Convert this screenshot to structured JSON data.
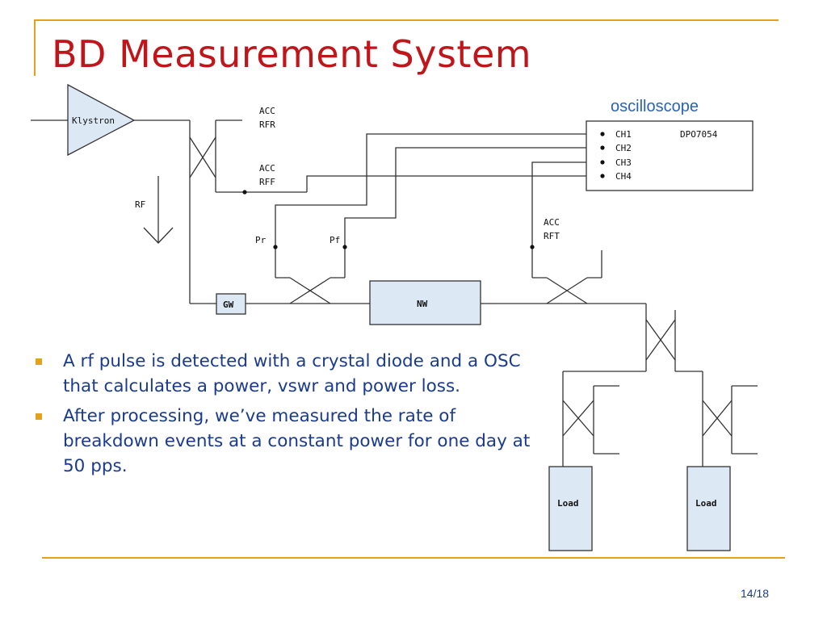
{
  "slide": {
    "title": "BD Measurement System",
    "page_number": "14/18"
  },
  "diagram": {
    "klystron": "Klystron",
    "rf_arrow": "RF",
    "oscilloscope_caption": "oscilloscope",
    "oscilloscope_model": "DPO7054",
    "channels": [
      "CH1",
      "CH2",
      "CH3",
      "CH4"
    ],
    "acc_rfr": [
      "ACC",
      "RFR"
    ],
    "acc_rff": [
      "ACC",
      "RFF"
    ],
    "acc_rft": [
      "ACC",
      "RFT"
    ],
    "pr": "Pr",
    "pf": "Pf",
    "gw": "GW",
    "nw": "NW",
    "loads": [
      "Load",
      "Load"
    ]
  },
  "bullets": [
    "A rf pulse is detected with a crystal diode and a OSC that calculates a power, vswr and power loss.",
    "After processing, we’ve measured the rate of breakdown events at a constant power for one day at 50 pps."
  ],
  "colors": {
    "title": "#c0151b",
    "accent": "#e3a21a",
    "body_text": "#1a3b8f",
    "oscilloscope_caption": "#2a62b6",
    "box_fill": "#dde8f5"
  }
}
